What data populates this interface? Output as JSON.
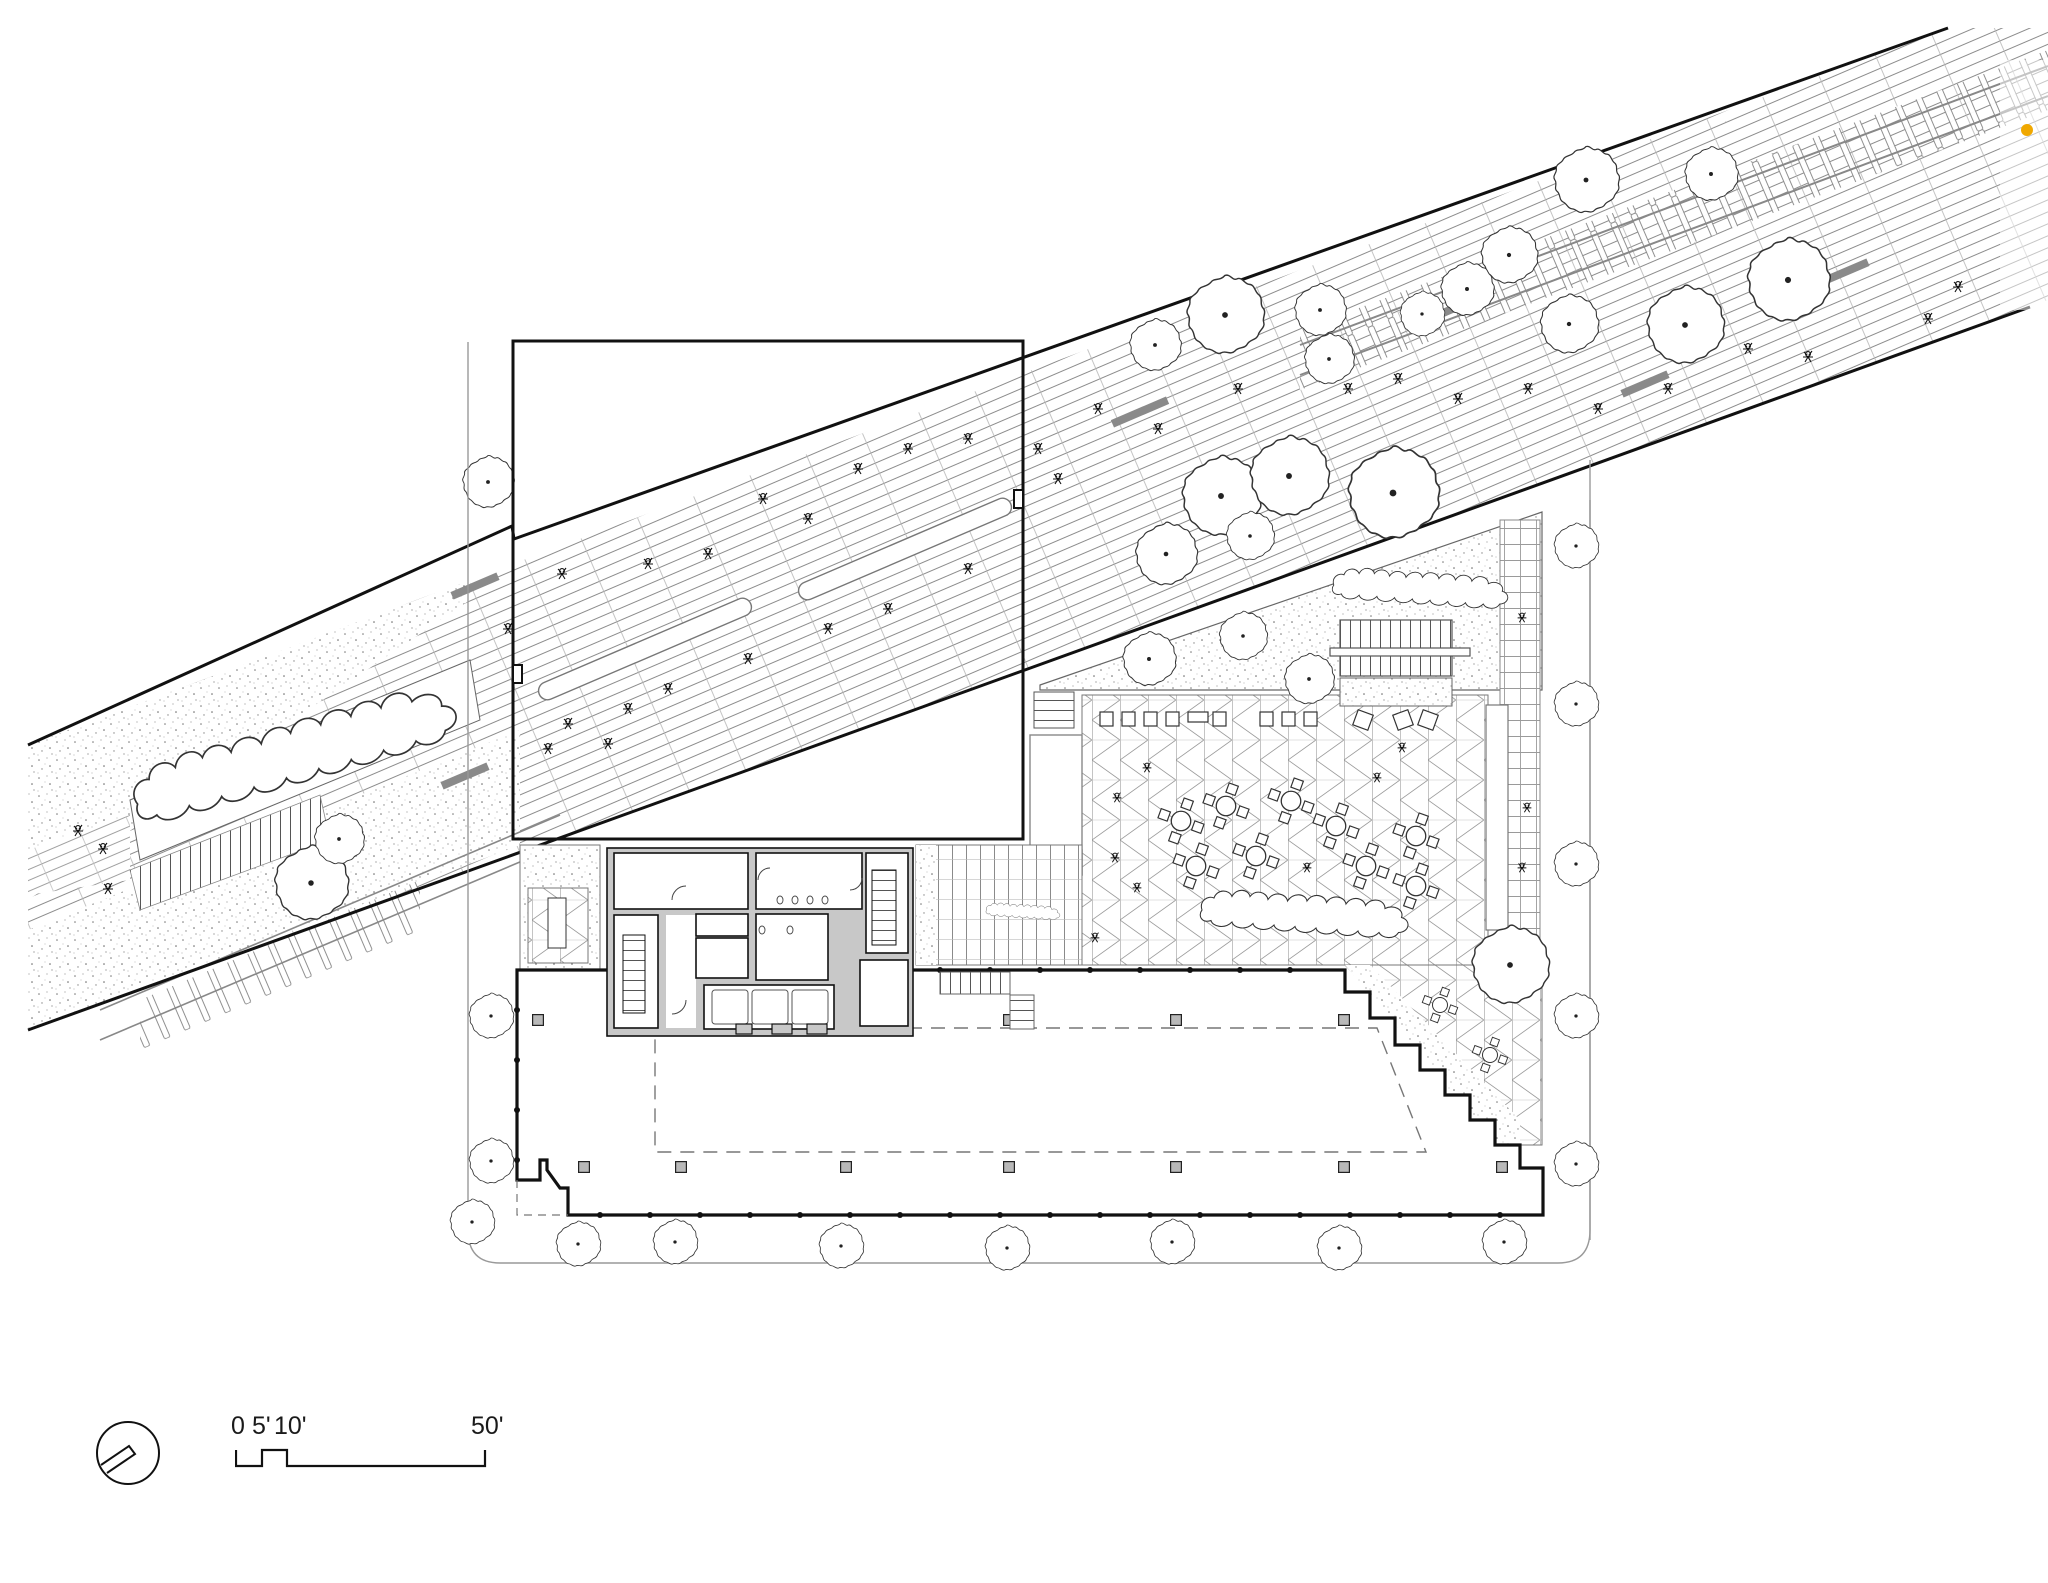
{
  "drawing": {
    "type": "architectural site / ground floor plan",
    "background": "#ffffff",
    "line_color": "#111111",
    "hatch_color": "#9a9a9a",
    "accent_color": "#f0a800"
  },
  "scale_bar": {
    "labels": [
      "0",
      "5'",
      "10'",
      "50'"
    ],
    "label_0": "0",
    "label_5": "5'",
    "label_10": "10'",
    "label_50": "50'",
    "combined_left_label": "0 5'10'"
  },
  "north_arrow": {
    "icon": "north-arrow-icon",
    "orientation_deg": 235
  },
  "zones": [
    {
      "name": "elevated-linear-park",
      "description": "diagonal elevated rail-park walkway with planting beds, tracks, and benches"
    },
    {
      "name": "overpass-rectangle",
      "description": "rectangular structure outline crossing the diagonal walkway"
    },
    {
      "name": "building-core",
      "description": "stairs, elevators, restrooms, service rooms"
    },
    {
      "name": "ground-floor-retail",
      "description": "open floor with structural columns and dashed roof outline"
    },
    {
      "name": "public-plaza",
      "description": "patterned-paving courtyard with café tables, seating and tree rows"
    },
    {
      "name": "stepped-terrace",
      "description": "stepped building edge with planted slope"
    },
    {
      "name": "street-trees",
      "description": "street trees along perimeter sidewalk"
    }
  ],
  "counts": {
    "street_trees_south": 7,
    "street_trees_east": 5,
    "street_trees_west": 4,
    "columns_row_north": 5,
    "columns_row_south": 7,
    "elevators": 3
  }
}
